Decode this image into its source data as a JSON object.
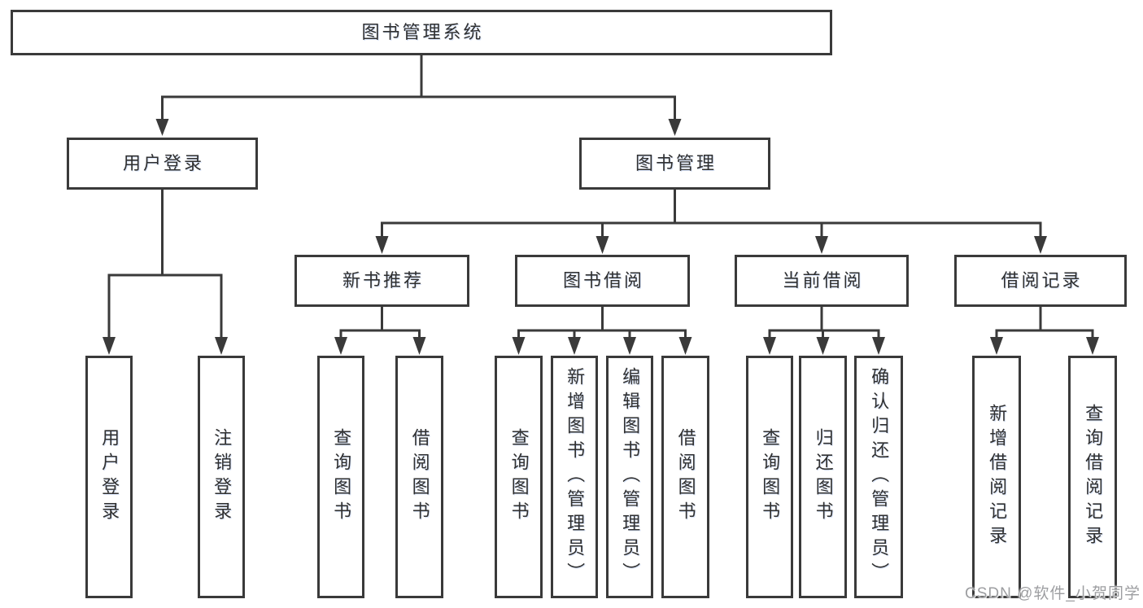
{
  "tree": {
    "root": {
      "label": "图书管理系统"
    },
    "branches": [
      {
        "label": "用户登录",
        "children": [
          {
            "label": "用户登录"
          },
          {
            "label": "注销登录"
          }
        ]
      },
      {
        "label": "图书管理",
        "children": [
          {
            "label": "新书推荐",
            "children": [
              {
                "label": "查询图书"
              },
              {
                "label": "借阅图书"
              }
            ]
          },
          {
            "label": "图书借阅",
            "children": [
              {
                "label": "查询图书"
              },
              {
                "label": "新增图书（管理员）"
              },
              {
                "label": "编辑图书（管理员）"
              },
              {
                "label": "借阅图书"
              }
            ]
          },
          {
            "label": "当前借阅",
            "children": [
              {
                "label": "查询图书"
              },
              {
                "label": "归还图书"
              },
              {
                "label": "确认归还（管理员）"
              }
            ]
          },
          {
            "label": "借阅记录",
            "children": [
              {
                "label": "新增借阅记录"
              },
              {
                "label": "查询借阅记录"
              }
            ]
          }
        ]
      }
    ]
  },
  "watermark": {
    "text": "CSDN @软件_小贺同学"
  },
  "colors": {
    "line": "#3a3a3a",
    "text": "#303030",
    "watermark": "#9d9ea1",
    "background": "#ffffff"
  }
}
